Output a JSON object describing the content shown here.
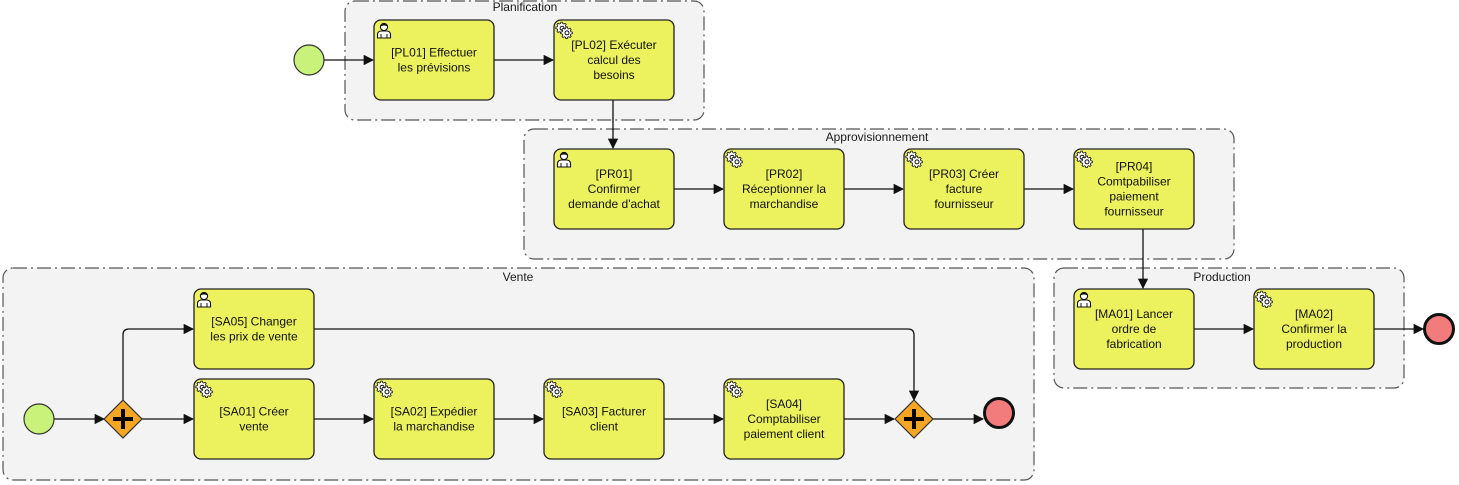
{
  "groups": {
    "planification": "Planification",
    "approvisionnement": "Approvisionnement",
    "vente": "Vente",
    "production": "Production"
  },
  "tasks": [
    {
      "id": "PL01",
      "type": "user",
      "lines": [
        "[PL01] Effectuer",
        "les prévisions"
      ]
    },
    {
      "id": "PL02",
      "type": "service",
      "lines": [
        "[PL02] Exécuter",
        "calcul des",
        "besoins"
      ]
    },
    {
      "id": "PR01",
      "type": "user",
      "lines": [
        "[PR01]",
        "Confirmer",
        "demande d'achat"
      ]
    },
    {
      "id": "PR02",
      "type": "service",
      "lines": [
        "[PR02]",
        "Réceptionner la",
        "marchandise"
      ]
    },
    {
      "id": "PR03",
      "type": "service",
      "lines": [
        "[PR03] Créer",
        "facture",
        "fournisseur"
      ]
    },
    {
      "id": "PR04",
      "type": "service",
      "lines": [
        "[PR04]",
        "Comtpabiliser",
        "paiement",
        "fournisseur"
      ]
    },
    {
      "id": "SA05",
      "type": "user",
      "lines": [
        "[SA05] Changer",
        "les prix de vente"
      ]
    },
    {
      "id": "SA01",
      "type": "service",
      "lines": [
        "[SA01] Créer",
        "vente"
      ]
    },
    {
      "id": "SA02",
      "type": "service",
      "lines": [
        "[SA02] Expédier",
        "la marchandise"
      ]
    },
    {
      "id": "SA03",
      "type": "service",
      "lines": [
        "[SA03] Facturer",
        "client"
      ]
    },
    {
      "id": "SA04",
      "type": "service",
      "lines": [
        "[SA04]",
        "Comptabiliser",
        "paiement client"
      ]
    },
    {
      "id": "MA01",
      "type": "user",
      "lines": [
        "[MA01] Lancer",
        "ordre de",
        "fabrication"
      ]
    },
    {
      "id": "MA02",
      "type": "service",
      "lines": [
        "[MA02]",
        "Confirmer la",
        "production"
      ]
    }
  ],
  "colors": {
    "task_fill": "#ecf25e",
    "start_event": "#c8f27a",
    "end_event": "#f27c7c",
    "gateway": "#f5a623",
    "group_fill": "#f3f3f3"
  }
}
